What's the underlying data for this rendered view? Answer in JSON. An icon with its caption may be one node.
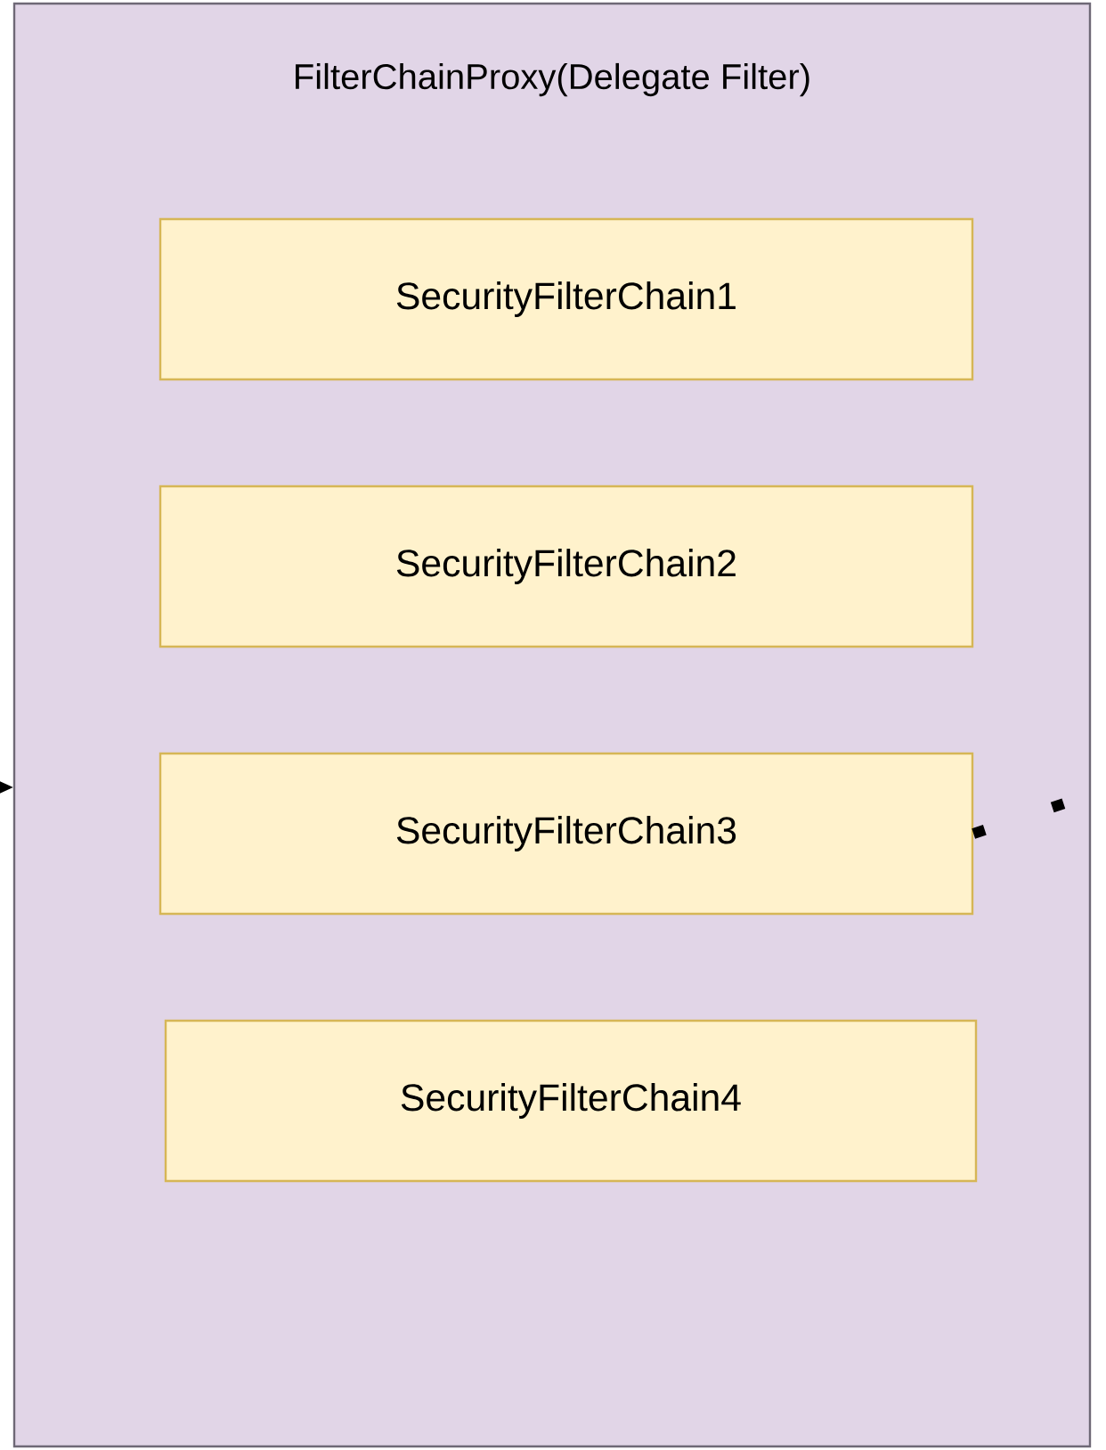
{
  "diagram": {
    "nodes": [
      {
        "text": [
          "FilterChainProxy(Delegate Filter)"
        ]
      },
      {
        "text": [
          "SecurityFilterChain1"
        ],
        "in": 0
      },
      {
        "text": [
          "SecurityFilterChain2"
        ],
        "in": 0
      },
      {
        "text": [
          "SecurityFilterChain3"
        ],
        "in": 0
      },
      {
        "text": [
          "SecurityFilterChain4"
        ],
        "in": 0
      }
    ],
    "edges": [
      {
        "from": null,
        "to": 0,
        "arrow": "to"
      },
      {
        "from": 3,
        "to": null,
        "arrow": "none",
        "style": "dashed"
      }
    ]
  }
}
